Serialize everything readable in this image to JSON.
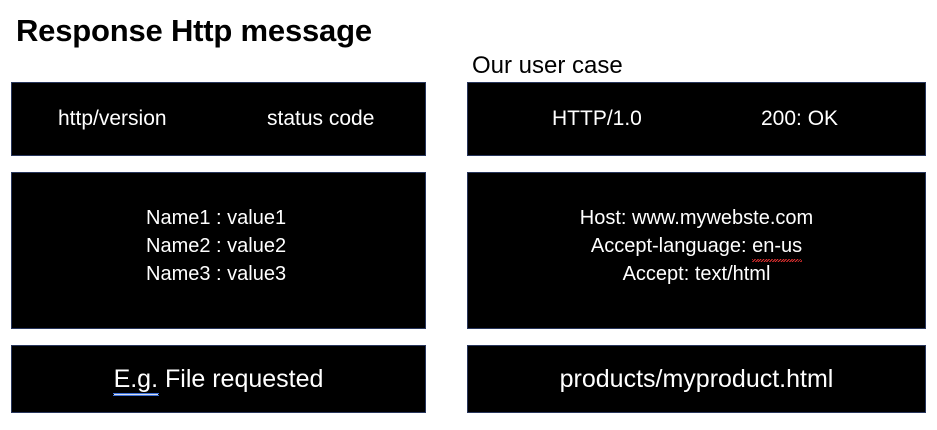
{
  "slide": {
    "title": "Response Http message",
    "section_label": "Our user case",
    "background_color": "#ffffff",
    "panel_background": "#000000",
    "panel_border_color": "#28365c",
    "panel_text_color": "#ffffff"
  },
  "generic": {
    "status_line": {
      "version": "http/version",
      "status": "status code"
    },
    "headers": [
      "Name1 : value1",
      "Name2 : value2",
      "Name3 : value3"
    ],
    "body_caption": {
      "prefix": "E.g.",
      "text": " File requested"
    }
  },
  "example": {
    "status_line": {
      "version": "HTTP/1.0",
      "status": "200: OK"
    },
    "headers": [
      {
        "text": "Host: www.mywebste.com",
        "misspelled": ""
      },
      {
        "text": "Accept-language: ",
        "misspelled": "en-us"
      },
      {
        "text": "Accept: text/html",
        "misspelled": ""
      }
    ],
    "body_caption": "products/myproduct.html"
  }
}
